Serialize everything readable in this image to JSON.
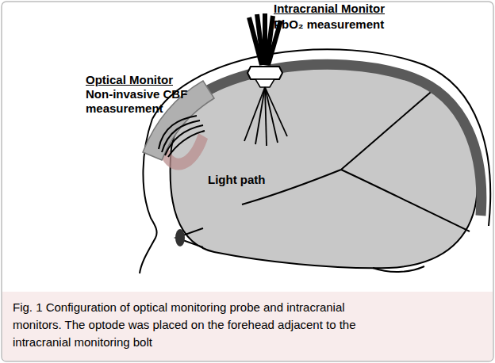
{
  "diagram": {
    "caption": "Fig. 1 Configuration of optical monitoring probe and intracranial monitors. The optode was placed on the forehead adjacent to the intracranial monitoring bolt",
    "labels": [
      "Intracranial Monitor",
      "PbO₂ measurement",
      "Optical Monitor",
      "Non-invasive CBF measurement",
      "Light path"
    ]
  }
}
